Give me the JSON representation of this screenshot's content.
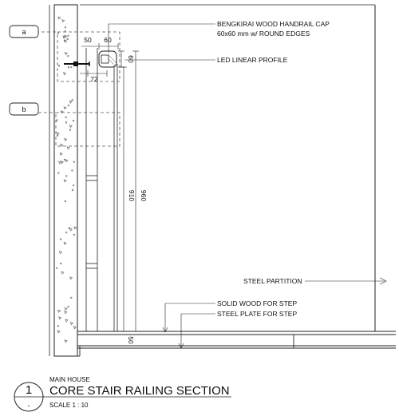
{
  "callouts": {
    "handrail_cap_line1": "BENGKIRAI WOOD HANDRAIL CAP",
    "handrail_cap_line2": "60x60 mm w/ ROUND EDGES",
    "led_profile": "LED LINEAR PROFILE",
    "steel_partition": "STEEL PARTITION",
    "solid_wood_step": "SOLID WOOD FOR STEP",
    "steel_plate_step": "STEEL PLATE FOR STEP"
  },
  "detail_tags": {
    "a": "a",
    "b": "b"
  },
  "dimensions": {
    "top_width_1": "50",
    "top_width_2": "60",
    "cap_height": "60",
    "offset": "72",
    "height_inner": "910",
    "height_outer": "960",
    "base": "50"
  },
  "title_block": {
    "number": "1",
    "sub_number": "-",
    "project": "MAIN HOUSE",
    "title": "CORE STAIR RAILING SECTION",
    "scale": "SCALE   1 : 10"
  }
}
